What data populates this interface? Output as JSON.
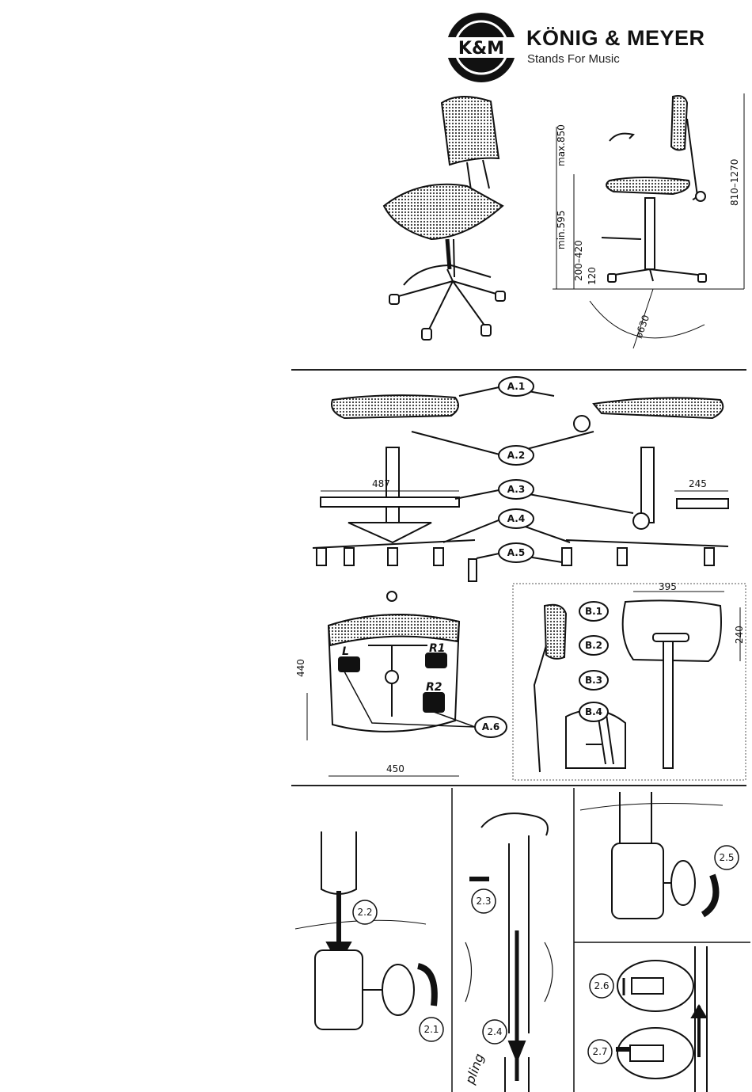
{
  "brand": {
    "logo_text": "K&M",
    "name": "KÖNIG & MEYER",
    "tagline": "Stands For Music"
  },
  "dimensions": {
    "max_850": "max.850",
    "min_595": "min.595",
    "range_200_420": "200–420",
    "d120": "120",
    "range_810_1270": "810–1270",
    "diameter_630": "ø630",
    "d487": "487",
    "d245": "245",
    "d440": "440",
    "d450": "450",
    "d395": "395",
    "d240": "240"
  },
  "callouts": {
    "a1": "A.1",
    "a2": "A.2",
    "a3": "A.3",
    "a4": "A.4",
    "a5": "A.5",
    "a6": "A.6",
    "b1": "B.1",
    "b2": "B.2",
    "b3": "B.3",
    "b4": "B.4"
  },
  "levers": {
    "l": "L",
    "r1": "R1",
    "r2": "R2"
  },
  "steps": {
    "s21": "2.1",
    "s22": "2.2",
    "s23": "2.3",
    "s24": "2.4",
    "s25": "2.5",
    "s26": "2.6",
    "s27": "2.7"
  },
  "sound_word": "pling"
}
